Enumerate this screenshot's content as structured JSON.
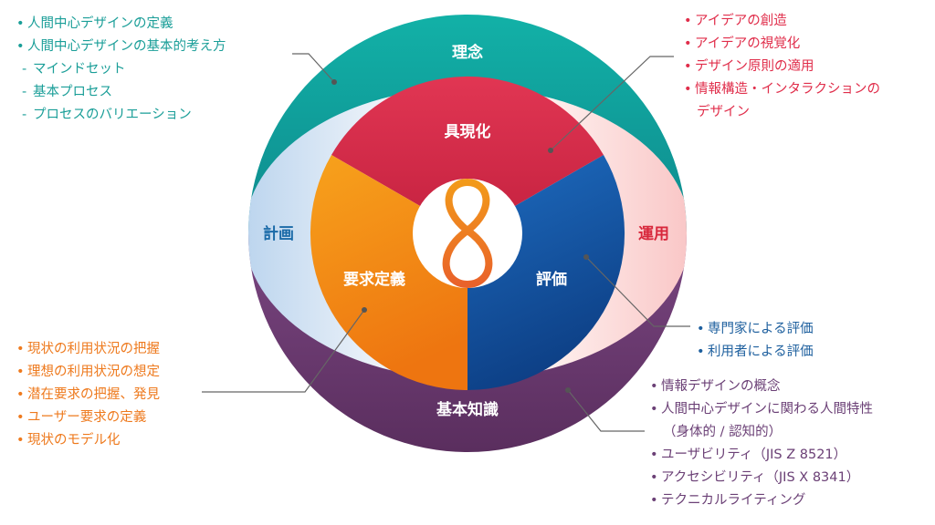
{
  "diagram": {
    "logo_icon": "infinity-eight-icon",
    "labels": {
      "top": "理念",
      "left": "計画",
      "right": "運用",
      "bottom": "基本知識",
      "sector_top": "具現化",
      "sector_left": "要求定義",
      "sector_right": "評価"
    },
    "colors": {
      "teal": "#14a8a0",
      "purple": "#6b3a6e",
      "red": "#d8304e",
      "orange": "#f29418",
      "blue": "#1557a3",
      "plan_blue": "#1a6aa8",
      "ops_red": "#d8283c"
    }
  },
  "lists": {
    "top_left": [
      {
        "text": "人間中心デザインの定義",
        "level": 0
      },
      {
        "text": "人間中心デザインの基本的考え方",
        "level": 0
      },
      {
        "text": "マインドセット",
        "level": 1
      },
      {
        "text": "基本プロセス",
        "level": 1
      },
      {
        "text": "プロセスのバリエーション",
        "level": 1
      }
    ],
    "top_right": [
      {
        "text": "アイデアの創造",
        "level": 0
      },
      {
        "text": "アイデアの視覚化",
        "level": 0
      },
      {
        "text": "デザイン原則の適用",
        "level": 0
      },
      {
        "text": "情報構造・インタラクションの",
        "level": 0
      },
      {
        "text": "デザイン",
        "level": 2
      }
    ],
    "mid_right": [
      {
        "text": "専門家による評価",
        "level": 0
      },
      {
        "text": "利用者による評価",
        "level": 0
      }
    ],
    "bottom_left": [
      {
        "text": "現状の利用状況の把握",
        "level": 0
      },
      {
        "text": "理想の利用状況の想定",
        "level": 0
      },
      {
        "text": "潜在要求の把握、発見",
        "level": 0
      },
      {
        "text": "ユーザー要求の定義",
        "level": 0
      },
      {
        "text": "現状のモデル化",
        "level": 0
      }
    ],
    "bottom_right": [
      {
        "text": "情報デザインの概念",
        "level": 0
      },
      {
        "text": "人間中心デザインに関わる人間特性",
        "level": 0
      },
      {
        "text": "（身体的 / 認知的）",
        "level": 2
      },
      {
        "text": "ユーザビリティ（JIS Z 8521）",
        "level": 0
      },
      {
        "text": "アクセシビリティ（JIS X 8341）",
        "level": 0
      },
      {
        "text": "テクニカルライティング",
        "level": 0
      }
    ]
  }
}
